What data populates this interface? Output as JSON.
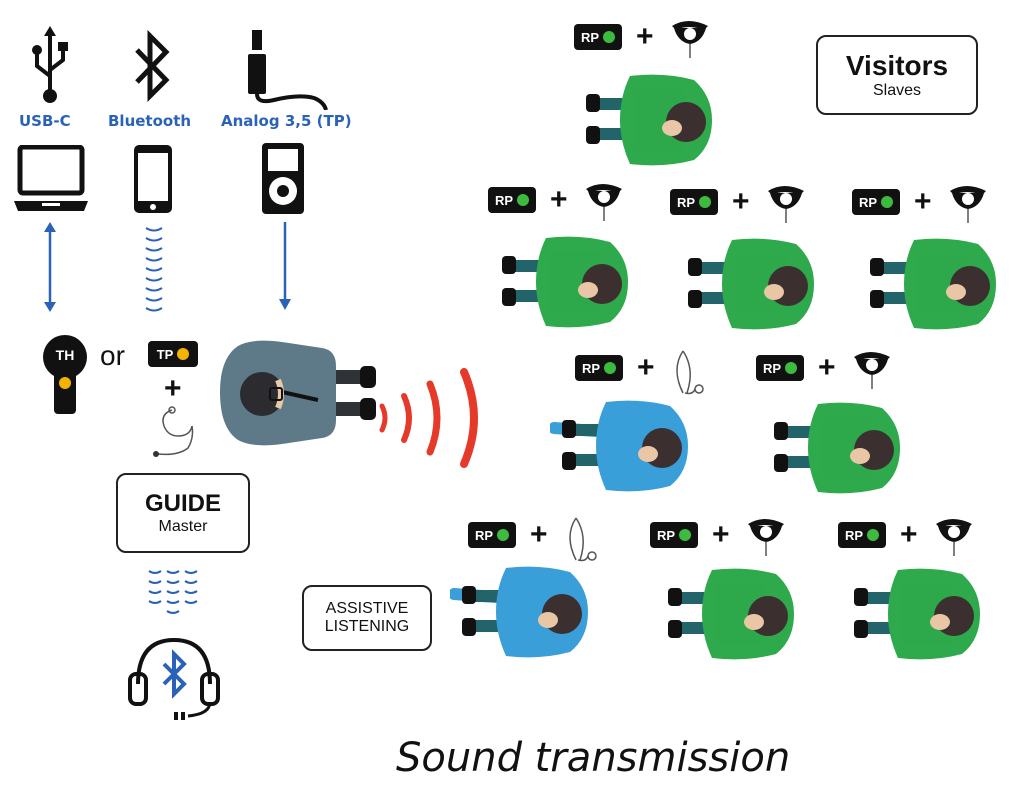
{
  "sources": {
    "usb_label": "USB-C",
    "bluetooth_label": "Bluetooth",
    "analog_label": "Analog 3,5 (TP)"
  },
  "transmitters": {
    "th_label": "TH",
    "or_label": "or",
    "tp_label": "TP",
    "plus_label": "+"
  },
  "guide_box": {
    "title": "GUIDE",
    "subtitle": "Master"
  },
  "visitors_box": {
    "title": "Visitors",
    "subtitle": "Slaves"
  },
  "assistive_box": {
    "line1": "ASSISTIVE",
    "line2": "LISTENING"
  },
  "receivers": {
    "rp_label": "RP",
    "plus_label": "+"
  },
  "caption": "Sound transmission",
  "colors": {
    "label_blue": "#2a62b8",
    "arrow_blue": "#2a62b8",
    "wave_red": "#e53a2a",
    "visitor_green": "#2ea94b",
    "assistive_blue": "#3a9fd8",
    "rp_dot_green": "#3dbb3f",
    "tp_dot_yellow": "#f5b301"
  }
}
